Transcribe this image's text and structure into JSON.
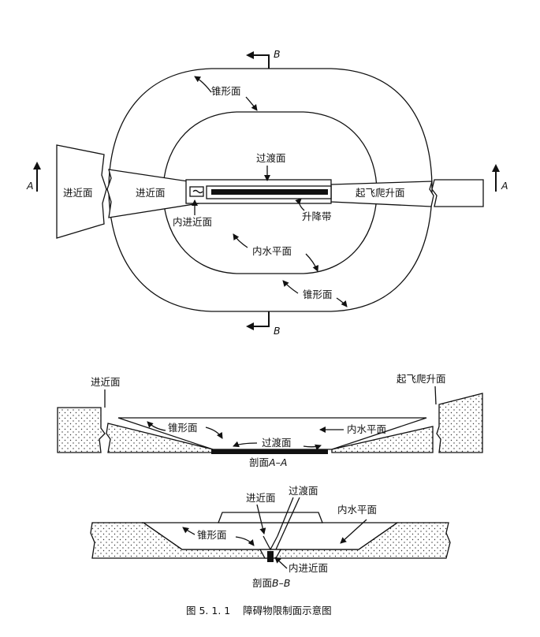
{
  "plan": {
    "labels": {
      "section_b_top": "B",
      "section_b_bottom": "B",
      "section_a_left": "A",
      "section_a_right": "A",
      "conical_top": "锥形面",
      "conical_bottom": "锥形面",
      "transitional": "过渡面",
      "approach_left_outer": "进近面",
      "approach_left_inner": "进近面",
      "inner_approach": "内进近面",
      "takeoff_climb": "起飞爬升面",
      "runway_strip": "升降带",
      "inner_horizontal": "内水平面"
    }
  },
  "section_aa": {
    "labels": {
      "approach": "进近面",
      "takeoff_climb": "起飞爬升面",
      "conical": "锥形面",
      "inner_horizontal": "内水平面",
      "transitional": "过渡面",
      "caption_prefix": "剖面",
      "caption_italic": "A–A"
    }
  },
  "section_bb": {
    "labels": {
      "approach": "进近面",
      "transitional": "过渡面",
      "inner_horizontal": "内水平面",
      "conical": "锥形面",
      "inner_approach": "内进近面",
      "caption_prefix": "剖面",
      "caption_italic": "B–B"
    }
  },
  "figure_caption": "图 5. 1. 1    障碍物限制面示意图"
}
